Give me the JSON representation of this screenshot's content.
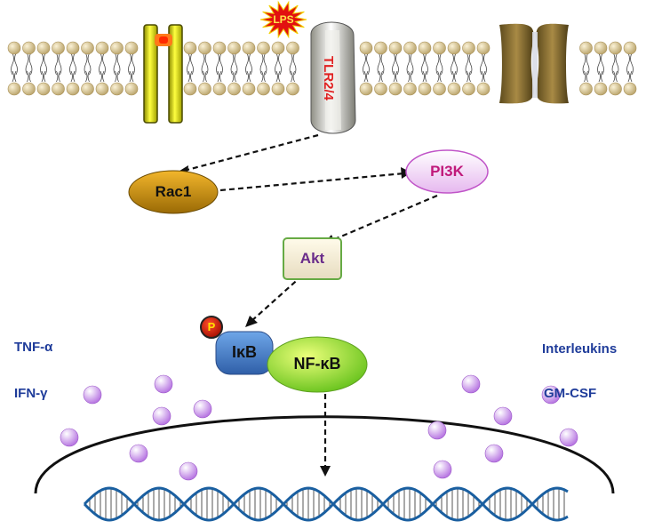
{
  "labels": {
    "lps": "LPS",
    "tlr": "TLR2/4",
    "rac1": "Rac1",
    "pi3k": "PI3K",
    "akt": "Akt",
    "phospho": "P",
    "ikb": "IκB",
    "nfkb": "NF-κB",
    "tnf": "TNF-α",
    "ifn": "IFN-γ",
    "interleukins": "Interleukins",
    "gmcsf": "GM-CSF"
  },
  "colors": {
    "lipid_head": "#d8c48f",
    "node_text_pi3k": "#c0197a",
    "node_text_akt": "#6a2c8a",
    "tlr_text": "#e02020",
    "side_text": "#1f3c9a",
    "cytokine": "#cc88ee",
    "dna_strand": "#1a5fa0"
  }
}
